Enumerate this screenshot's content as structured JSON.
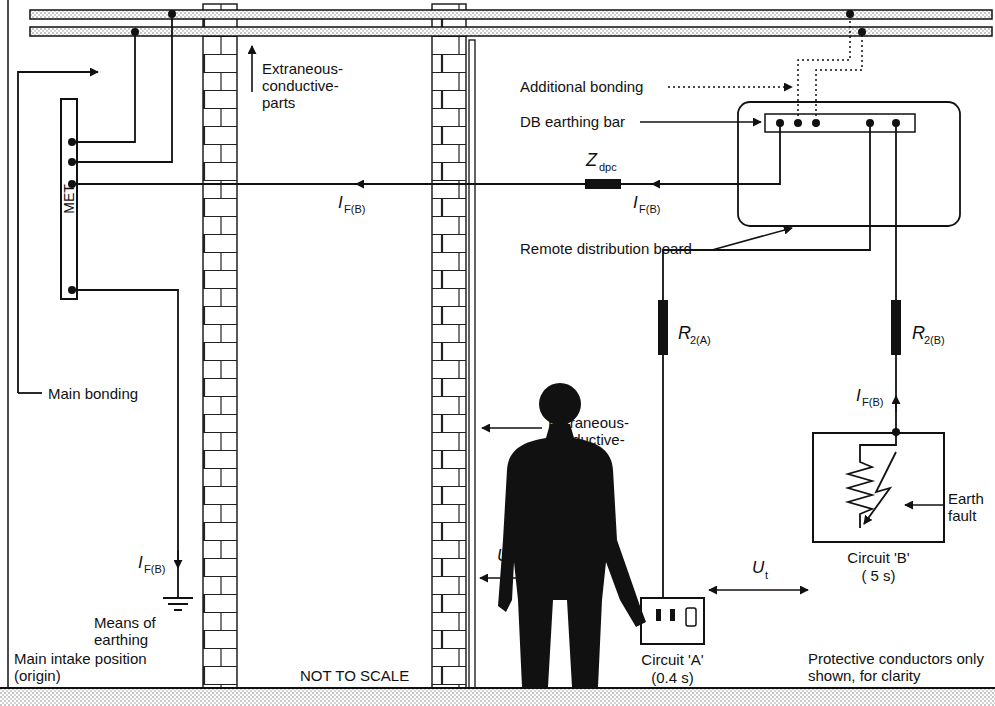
{
  "diagram": {
    "nodes": [
      {
        "text": [
          "MET"
        ]
      },
      {
        "text": [
          "Circuit 'A'",
          "(0.4 s)"
        ]
      },
      {
        "text": [
          "Circuit 'B'",
          "( 5 s)"
        ]
      }
    ],
    "labels": [
      "Extraneous- conductive- parts",
      "Additional bonding",
      "DB earthing bar",
      "Z",
      "dpc",
      "I",
      "F(B)",
      "I",
      "F(B)",
      "Remote distribution board",
      "Extraneous- conductive- part",
      "R",
      "2(A)",
      "R",
      "2(B)",
      "I",
      "F(B)",
      "Main bonding",
      "I",
      "F(B)",
      "U",
      "t",
      "U",
      "t",
      "Means of earthing",
      "Main intake position (origin)",
      "NOT TO SCALE",
      "Earth fault",
      "Protective conductors only shown, for clarity"
    ]
  }
}
